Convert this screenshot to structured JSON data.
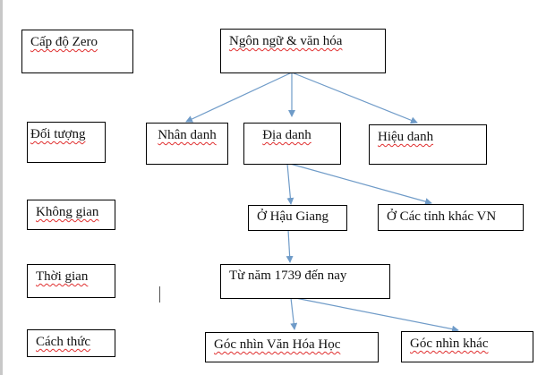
{
  "diagram": {
    "levels": {
      "zero": "Cấp độ Zero",
      "object": "Đối tượng",
      "space": "Không gian",
      "time": "Thời gian",
      "method": "Cách thức"
    },
    "nodes": {
      "root": "Ngôn ngữ & văn hóa",
      "personal_names": "Nhân danh",
      "place_names": "Địa danh",
      "brand_names": "Hiệu danh",
      "hau_giang": "Ở Hậu Giang",
      "other_provinces": "Ở Các tỉnh khác VN",
      "since_1739": "Từ năm 1739 đến nay",
      "cultural_view": "Góc nhìn Văn Hóa Học",
      "other_view": "Góc nhìn khác"
    },
    "edges": [
      {
        "from": "root",
        "to": "personal_names"
      },
      {
        "from": "root",
        "to": "place_names"
      },
      {
        "from": "root",
        "to": "brand_names"
      },
      {
        "from": "place_names",
        "to": "hau_giang"
      },
      {
        "from": "place_names",
        "to": "other_provinces"
      },
      {
        "from": "hau_giang",
        "to": "since_1739"
      },
      {
        "from": "since_1739",
        "to": "cultural_view"
      },
      {
        "from": "since_1739",
        "to": "other_view"
      }
    ],
    "colors": {
      "arrow": "#6f9bc8",
      "box_border": "#000000",
      "spellcheck": "#e03030"
    }
  }
}
